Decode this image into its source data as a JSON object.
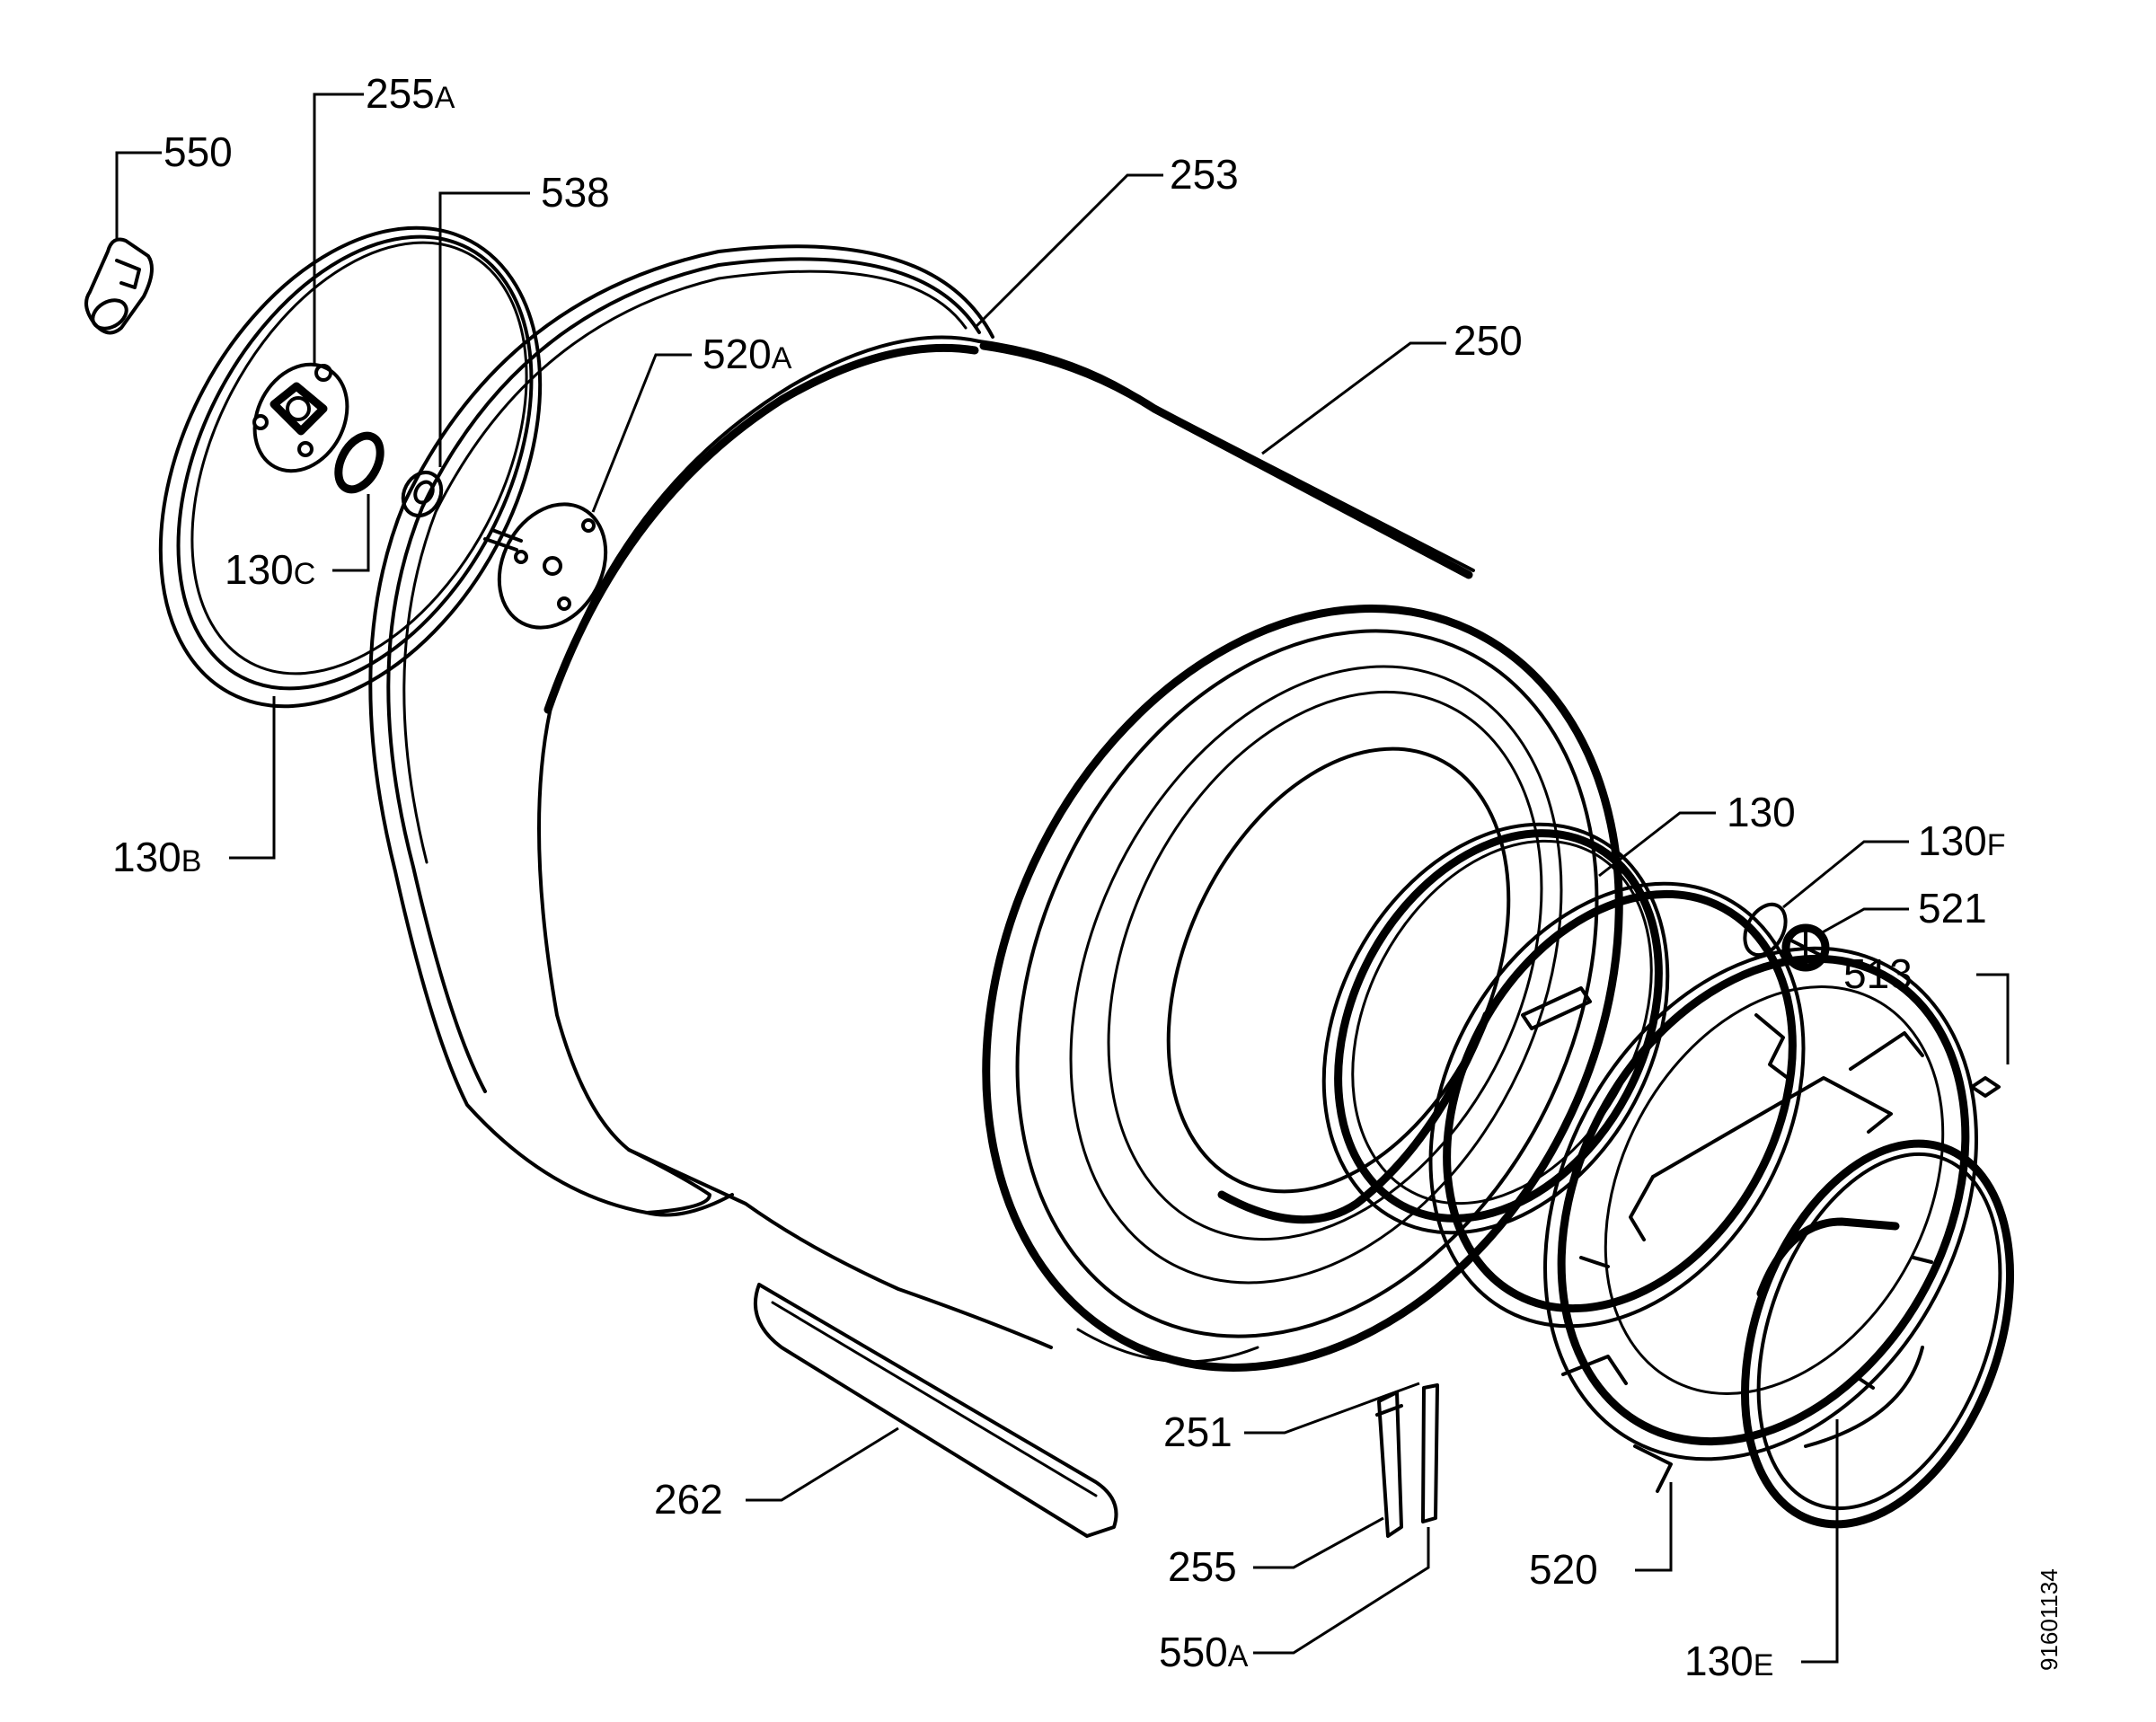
{
  "labels": {
    "p550": {
      "main": "550",
      "suffix": ""
    },
    "p255A": {
      "main": "255",
      "suffix": "A"
    },
    "p538": {
      "main": "538",
      "suffix": ""
    },
    "p253": {
      "main": "253",
      "suffix": ""
    },
    "p520A": {
      "main": "520",
      "suffix": "A"
    },
    "p250": {
      "main": "250",
      "suffix": ""
    },
    "p130C": {
      "main": "130",
      "suffix": "C"
    },
    "p130B": {
      "main": "130",
      "suffix": "B"
    },
    "p130": {
      "main": "130",
      "suffix": ""
    },
    "p130F": {
      "main": "130",
      "suffix": "F"
    },
    "p521": {
      "main": "521",
      "suffix": ""
    },
    "p513": {
      "main": "513",
      "suffix": ""
    },
    "p251": {
      "main": "251",
      "suffix": ""
    },
    "p262": {
      "main": "262",
      "suffix": ""
    },
    "p255": {
      "main": "255",
      "suffix": ""
    },
    "p520": {
      "main": "520",
      "suffix": ""
    },
    "p550A": {
      "main": "550",
      "suffix": "A"
    },
    "p130E": {
      "main": "130",
      "suffix": "E"
    }
  },
  "document_number": "91601134"
}
